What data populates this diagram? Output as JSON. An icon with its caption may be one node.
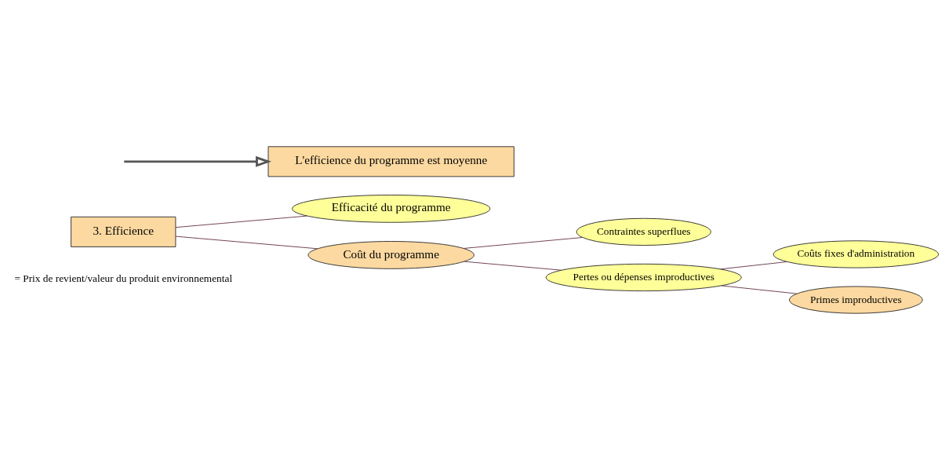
{
  "diagram": {
    "nodes": [
      {
        "text": [
          "3. Efficience"
        ],
        "beside": [
          "= Prix de revient/valeur du produit environnemental"
        ]
      },
      {
        "text": [
          "Efficacité du programme"
        ]
      },
      {
        "text": [
          "Coût du programme"
        ]
      },
      {
        "text": [
          "Contraintes superflues"
        ]
      },
      {
        "text": [
          "Pertes ou dépenses improductives"
        ]
      },
      {
        "text": [
          "Coûts fixes d'administration"
        ]
      },
      {
        "text": [
          "Primes improductives"
        ]
      },
      {
        "text": [
          "L'efficience du programme est moyenne"
        ]
      }
    ],
    "edges": [
      {
        "from": 0,
        "to": 1,
        "arrow": "none"
      },
      {
        "from": 0,
        "to": 2,
        "arrow": "none"
      },
      {
        "from": 2,
        "to": 3,
        "arrow": "none"
      },
      {
        "from": 2,
        "to": 4,
        "arrow": "none"
      },
      {
        "from": 4,
        "to": 5,
        "arrow": "none"
      },
      {
        "from": 4,
        "to": 6,
        "arrow": "none"
      },
      {
        "from": null,
        "to": 7,
        "arrow": "to",
        "style": "thick"
      }
    ]
  }
}
